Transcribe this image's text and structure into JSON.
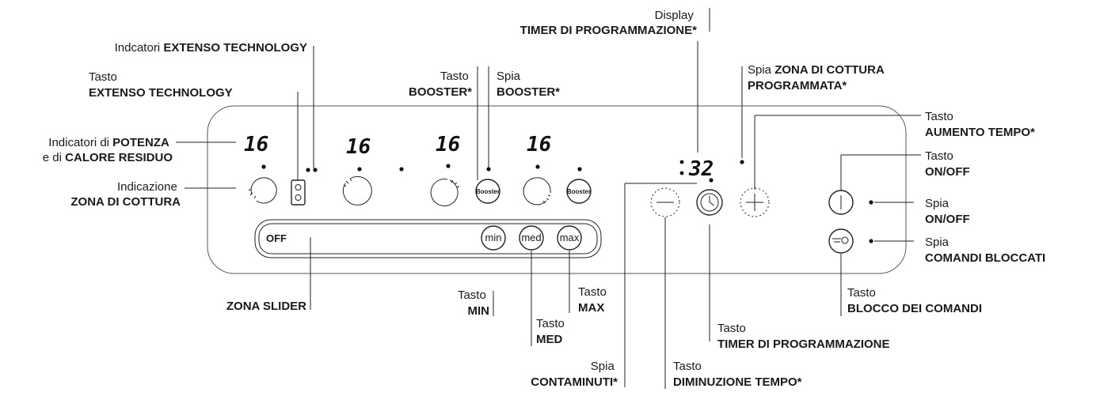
{
  "panel": {
    "zone_displays": [
      "16",
      "16",
      "16",
      "16"
    ],
    "timer_display": "32",
    "booster_label": "Booster",
    "slider": {
      "off": "OFF",
      "min": "min",
      "med": "med",
      "max": "max"
    }
  },
  "labels": {
    "display_timer": {
      "pre": "Display",
      "bold": "TIMER DI PROGRAMMAZIONE*"
    },
    "ext_indicators": {
      "pre": "Indcatori ",
      "bold": "EXTENSO TECHNOLOGY"
    },
    "ext_key": {
      "pre": "Tasto",
      "bold": "EXTENSO TECHNOLOGY"
    },
    "booster_key": {
      "pre": "Tasto",
      "bold": "BOOSTER*"
    },
    "booster_light": {
      "pre": "Spia",
      "bold": "BOOSTER*"
    },
    "zone_programmed": {
      "pre": "Spia ",
      "bold1": "ZONA DI COTTURA",
      "bold2": "PROGRAMMATA*"
    },
    "time_up": {
      "pre": "Tasto",
      "bold": "AUMENTO TEMPO*"
    },
    "onoff_key": {
      "pre": "Tasto",
      "bold": "ON/OFF"
    },
    "onoff_light": {
      "pre": "Spia",
      "bold": "ON/OFF"
    },
    "lock_light": {
      "pre": "Spia",
      "bold": "COMANDI BLOCCATI"
    },
    "lock_key": {
      "pre": "Tasto",
      "bold": "BLOCCO DEI COMANDI"
    },
    "timer_key": {
      "pre": "Tasto",
      "bold": "TIMER DI PROGRAMMAZIONE"
    },
    "time_down": {
      "pre": "Tasto",
      "bold": "DIMINUZIONE TEMPO*"
    },
    "minute_minder": {
      "pre": "Spia",
      "bold": "CONTAMINUTI*"
    },
    "max_key": {
      "pre": "Tasto",
      "bold": "MAX"
    },
    "med_key": {
      "pre": "Tasto",
      "bold": "MED"
    },
    "min_key": {
      "pre": "Tasto",
      "bold": "MIN"
    },
    "slider_zone": {
      "bold": "ZONA SLIDER"
    },
    "power_ind": {
      "pre1": "Indicatori di ",
      "bold1": "POTENZA",
      "pre2": "e di ",
      "bold2": "CALORE RESIDUO"
    },
    "zone_ind": {
      "pre": "Indicazione",
      "bold": "ZONA DI COTTURA"
    }
  }
}
